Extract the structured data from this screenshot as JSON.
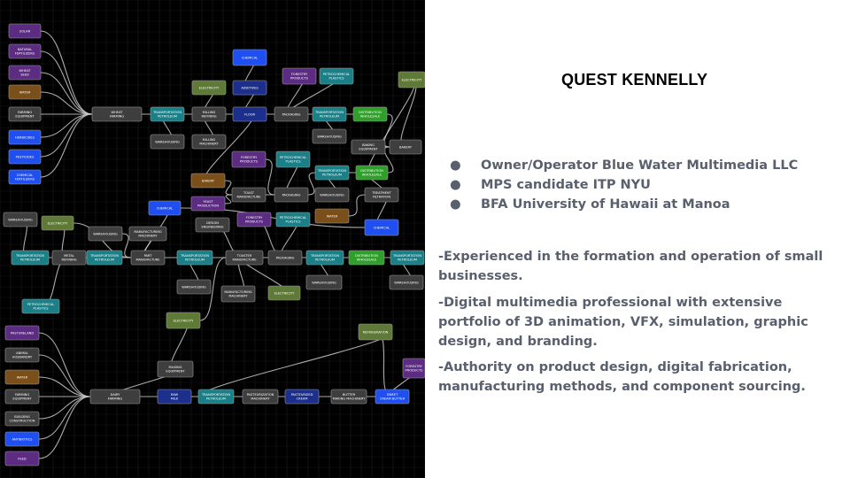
{
  "title": "QUEST KENNELLY",
  "bullets": [
    "Owner/Operator Blue Water Multimedia LLC",
    "MPS candidate ITP NYU",
    "BFA University of Hawaii at Manoa"
  ],
  "paragraphs": [
    "-Experienced in the formation and operation of small businesses.",
    "-Digital multimedia professional with extensive portfolio of 3D animation, VFX, simulation, graphic design, and branding.",
    "-Authority on product design, digital fabrication, manufacturing methods, and component sourcing."
  ],
  "graph": {
    "colors": {
      "background": "#000000",
      "grid": "#1a1a1a",
      "edge": "#c8c8c8",
      "purple": "#5b2c82",
      "blue": "#1f4ff0",
      "teal": "#1a7f86",
      "green": "#2f9e2a",
      "olive": "#5f7a36",
      "navy": "#1d2f8c",
      "brown": "#7a4f1a",
      "gray": "#3e3e3e"
    },
    "nodes": [
      {
        "label": "SOLAR",
        "color": "purple"
      },
      {
        "label": "NATURAL FERTILIZERS",
        "color": "purple"
      },
      {
        "label": "WHEAT SEED",
        "color": "purple"
      },
      {
        "label": "WATER",
        "color": "brown"
      },
      {
        "label": "FARMING EQUIPMENT",
        "color": "gray"
      },
      {
        "label": "HERBICIDES",
        "color": "blue"
      },
      {
        "label": "PESTICIDES",
        "color": "blue"
      },
      {
        "label": "CHEMICAL FERTILIZERS",
        "color": "blue"
      },
      {
        "label": "WHEAT FARMING",
        "color": "gray"
      },
      {
        "label": "TRANSPORTATION PETROLEUM",
        "color": "teal"
      },
      {
        "label": "WAREHOUSING",
        "color": "gray"
      },
      {
        "label": "ELECTRICITY",
        "color": "olive"
      },
      {
        "label": "MILLING REFINING",
        "color": "gray"
      },
      {
        "label": "MILLING MACHINERY",
        "color": "gray"
      },
      {
        "label": "CHEMICAL",
        "color": "blue"
      },
      {
        "label": "ADDITIVES",
        "color": "navy"
      },
      {
        "label": "FLOUR",
        "color": "navy"
      },
      {
        "label": "FORESTRY PRODUCTS",
        "color": "purple"
      },
      {
        "label": "PETROCHEMICAL PLASTICS",
        "color": "teal"
      },
      {
        "label": "PACKAGING",
        "color": "gray"
      },
      {
        "label": "TRANSPORTATION PETROLEUM",
        "color": "teal"
      },
      {
        "label": "DISTRIBUTION WHOLESALE",
        "color": "green"
      },
      {
        "label": "WAREHOUSING",
        "color": "gray"
      },
      {
        "label": "ELECTRICITY",
        "color": "olive"
      },
      {
        "label": "BAKING EQUIPMENT",
        "color": "gray"
      },
      {
        "label": "BAKERY",
        "color": "gray"
      },
      {
        "label": "FORESTRY PRODUCTS",
        "color": "purple"
      },
      {
        "label": "PETROCHEMICAL PLASTICS",
        "color": "teal"
      },
      {
        "label": "BAKERY",
        "color": "brown"
      },
      {
        "label": "TOAST MANUFACTURE",
        "color": "gray"
      },
      {
        "label": "YEAST PRODUCTION",
        "color": "purple"
      },
      {
        "label": "PACKAGING",
        "color": "gray"
      },
      {
        "label": "TRANSPORTATION PETROLEUM",
        "color": "teal"
      },
      {
        "label": "DISTRIBUTION WHOLESALE",
        "color": "green"
      },
      {
        "label": "WAREHOUSING",
        "color": "gray"
      },
      {
        "label": "TREATMENT FILTRATION",
        "color": "gray"
      },
      {
        "label": "WATER",
        "color": "brown"
      },
      {
        "label": "CHEMICAL",
        "color": "blue"
      },
      {
        "label": "CHEMICAL",
        "color": "blue"
      },
      {
        "label": "WAREHOUSING",
        "color": "gray"
      },
      {
        "label": "ELECTRICITY",
        "color": "olive"
      },
      {
        "label": "WAREHOUSING",
        "color": "gray"
      },
      {
        "label": "MANUFACTURING MACHINERY",
        "color": "gray"
      },
      {
        "label": "DESIGN ENGINEERING",
        "color": "gray"
      },
      {
        "label": "FORESTRY PRODUCTS",
        "color": "purple"
      },
      {
        "label": "PETROCHEMICAL PLASTICS",
        "color": "teal"
      },
      {
        "label": "TRANSPORTATION PETROLEUM",
        "color": "teal"
      },
      {
        "label": "METAL REFINING",
        "color": "gray"
      },
      {
        "label": "TRANSPORTATION PETROLEUM",
        "color": "teal"
      },
      {
        "label": "PART MANUFACTURE",
        "color": "gray"
      },
      {
        "label": "TRANSPORTATION PETROLEUM",
        "color": "teal"
      },
      {
        "label": "TOASTER MANUFACTURE",
        "color": "gray"
      },
      {
        "label": "PACKAGING",
        "color": "gray"
      },
      {
        "label": "TRANSPORTATION PETROLEUM",
        "color": "teal"
      },
      {
        "label": "DISTRIBUTION WHOLESALE",
        "color": "green"
      },
      {
        "label": "TRANSPORTATION PETROLEUM",
        "color": "teal"
      },
      {
        "label": "WAREHOUSING",
        "color": "gray"
      },
      {
        "label": "MANUFACTURING MACHINERY",
        "color": "gray"
      },
      {
        "label": "ELECTRICITY",
        "color": "olive"
      },
      {
        "label": "WAREHOUSING",
        "color": "gray"
      },
      {
        "label": "WAREHOUSING",
        "color": "gray"
      },
      {
        "label": "PETROCHEMICAL PLASTICS",
        "color": "teal"
      },
      {
        "label": "ELECTRICITY",
        "color": "olive"
      },
      {
        "label": "REFRIGERATION",
        "color": "olive"
      },
      {
        "label": "PASTURELAND",
        "color": "purple"
      },
      {
        "label": "ANIMAL HUSBANDRY",
        "color": "gray"
      },
      {
        "label": "WATER",
        "color": "brown"
      },
      {
        "label": "MILKING EQUIPMENT",
        "color": "gray"
      },
      {
        "label": "FARMING EQUIPMENT",
        "color": "gray"
      },
      {
        "label": "DAIRY FARMING",
        "color": "gray"
      },
      {
        "label": "RAW MILK",
        "color": "navy"
      },
      {
        "label": "TRANSPORTATION PETROLEUM",
        "color": "teal"
      },
      {
        "label": "PASTEURIZATION MACHINERY",
        "color": "gray"
      },
      {
        "label": "PASTEURIZED CREAM",
        "color": "navy"
      },
      {
        "label": "BUTTER MAKING MACHINERY",
        "color": "gray"
      },
      {
        "label": "SWEET CREAM BUTTER",
        "color": "blue"
      },
      {
        "label": "BUILDING CONSTRUCTION",
        "color": "gray"
      },
      {
        "label": "ANTIBIOTICS",
        "color": "blue"
      },
      {
        "label": "FEED",
        "color": "purple"
      },
      {
        "label": "FORESTRY PRODUCTS",
        "color": "purple"
      }
    ]
  }
}
